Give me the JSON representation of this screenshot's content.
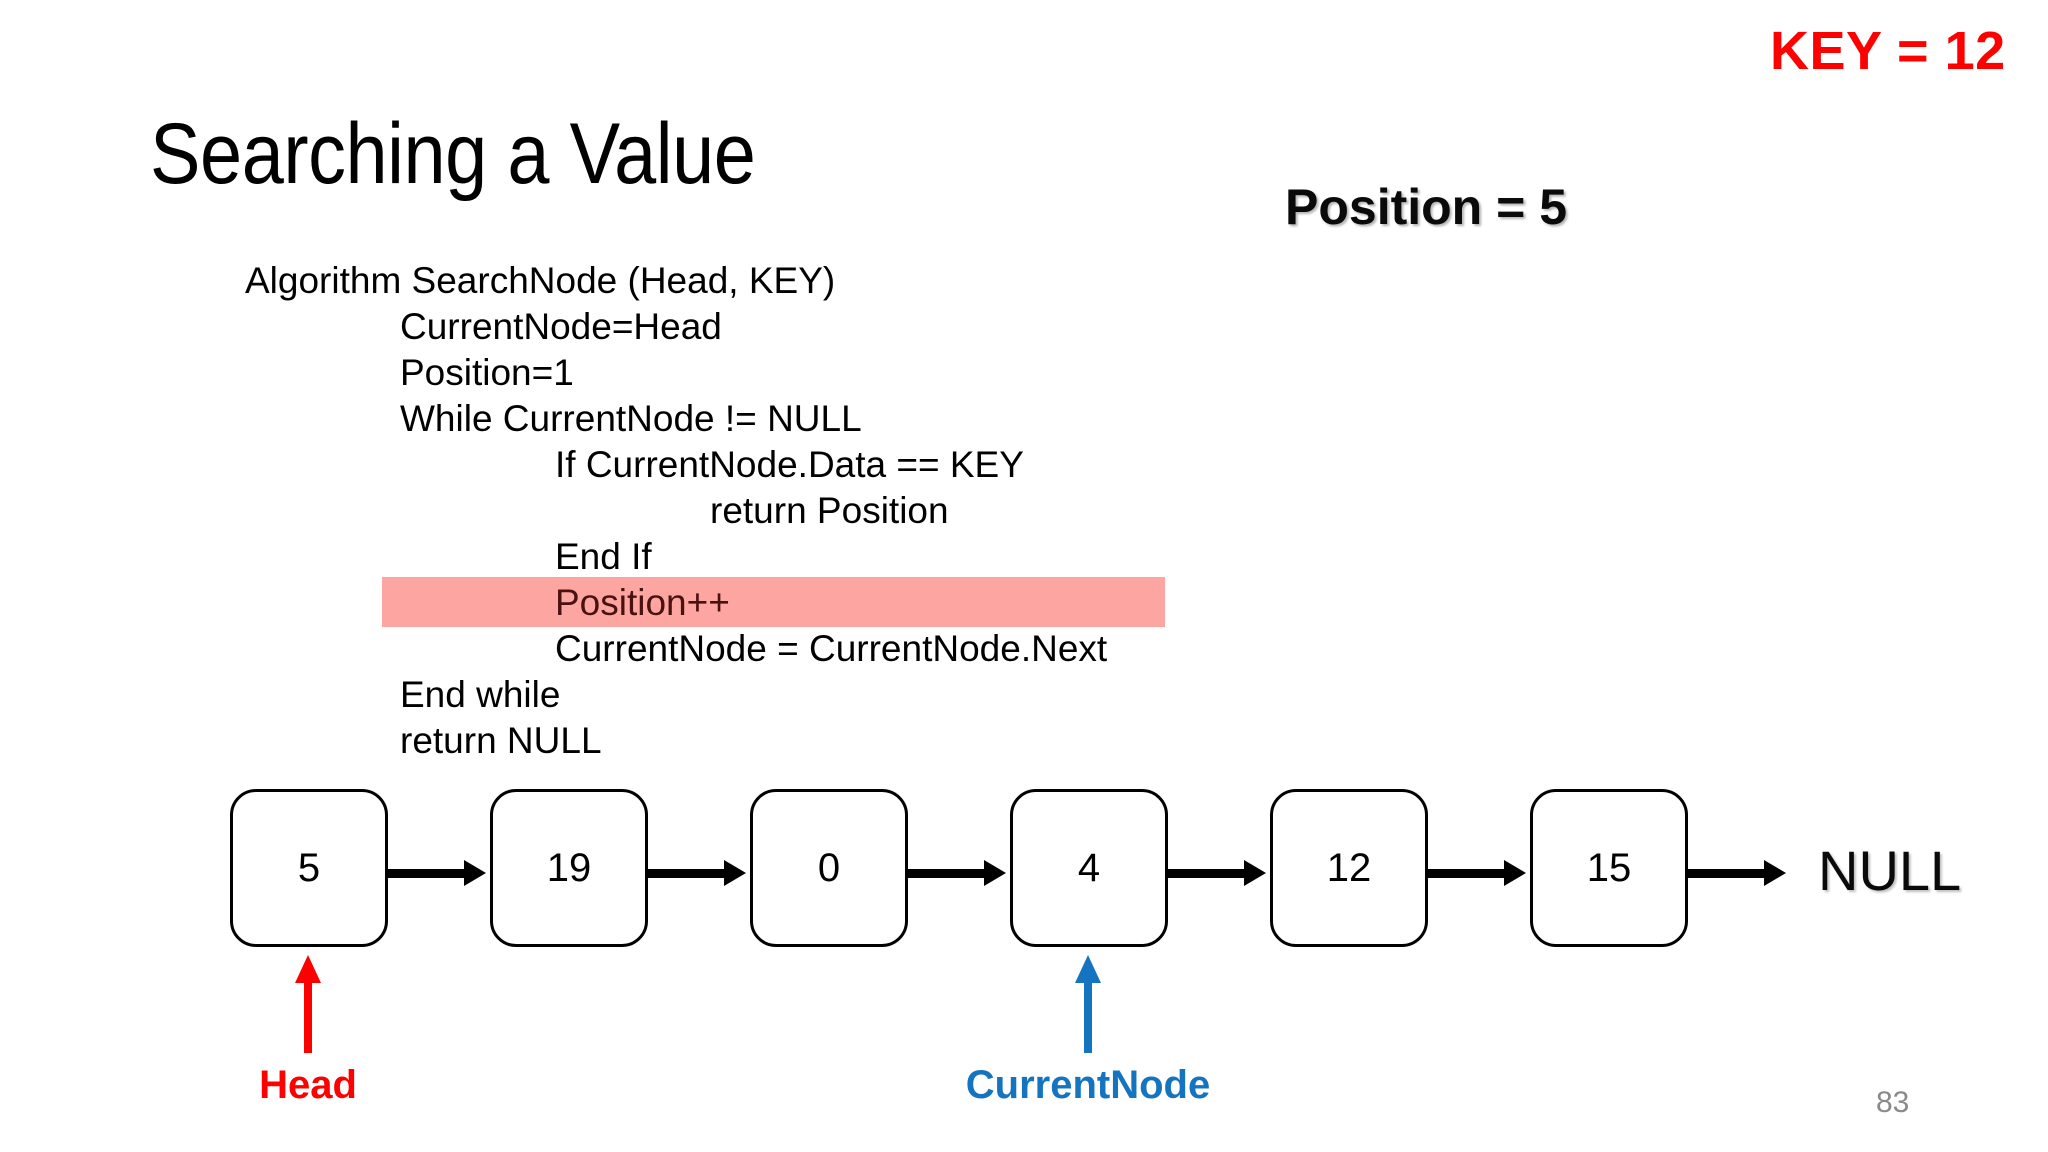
{
  "slide": {
    "title": "Searching a Value",
    "page_number": "83",
    "key_label": "KEY = 12",
    "position_label": "Position = 5"
  },
  "colors": {
    "key_red": "#FF0000",
    "head_red": "#FF0000",
    "current_blue": "#1574C0",
    "highlight_pink": "#FCA5A1",
    "page_gray": "#8A8A8A",
    "node_border": "#000000"
  },
  "algorithm": {
    "lines": [
      {
        "text": "Algorithm SearchNode (Head, KEY)",
        "indent": 0,
        "highlighted": false
      },
      {
        "text": "CurrentNode=Head",
        "indent": 1,
        "highlighted": false
      },
      {
        "text": "Position=1",
        "indent": 1,
        "highlighted": false
      },
      {
        "text": "While CurrentNode != NULL",
        "indent": 1,
        "highlighted": false
      },
      {
        "text": "If CurrentNode.Data == KEY",
        "indent": 2,
        "highlighted": false
      },
      {
        "text": "return Position",
        "indent": 3,
        "highlighted": false
      },
      {
        "text": "End If",
        "indent": 2,
        "highlighted": false
      },
      {
        "text": "Position++",
        "indent": 2,
        "highlighted": true
      },
      {
        "text": "CurrentNode = CurrentNode.Next",
        "indent": 2,
        "highlighted": false
      },
      {
        "text": "End while",
        "indent": 1,
        "highlighted": false
      },
      {
        "text": "return NULL",
        "indent": 1,
        "highlighted": false
      }
    ]
  },
  "linked_list": {
    "nodes": [
      {
        "value": "5"
      },
      {
        "value": "19"
      },
      {
        "value": "0"
      },
      {
        "value": "4"
      },
      {
        "value": "12"
      },
      {
        "value": "15"
      }
    ],
    "terminator": "NULL",
    "pointers": [
      {
        "label": "Head",
        "target_index": 0,
        "color": "#FF0000"
      },
      {
        "label": "CurrentNode",
        "target_index": 3,
        "color": "#1574C0"
      }
    ]
  }
}
